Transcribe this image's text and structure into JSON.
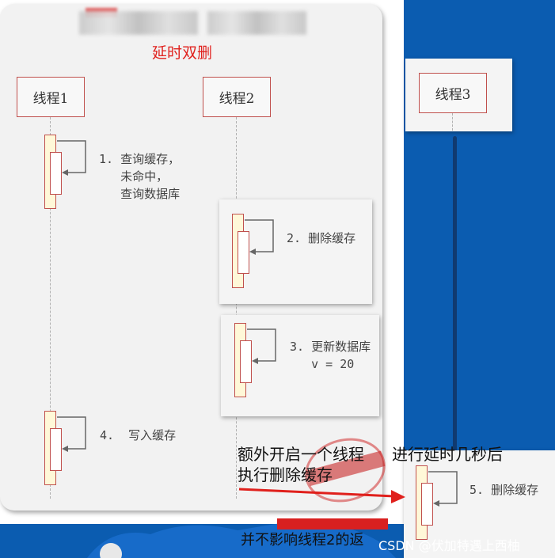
{
  "diagram_title": "延时双删",
  "threads": {
    "t1": "线程1",
    "t2": "线程2",
    "t3": "线程3"
  },
  "steps": {
    "s1": "1. 查询缓存，\n   未命中，\n   查询数据库",
    "s2": "2. 删除缓存",
    "s3": "3. 更新数据库\n   v = 20",
    "s4": "4.  写入缓存",
    "s5": "5. 删除缓存"
  },
  "annotations": {
    "extra_thread_line1": "额外开启一个线程",
    "extra_thread_line2": "执行删除缓存",
    "delay": "进行延时几秒后",
    "bottom": "并不影响线程2的返"
  },
  "watermark": "CSDN @伏加特遇上西柚",
  "colors": {
    "accent_red": "#e0201c",
    "box_border": "#c0504d",
    "background_blue": "#0b5cb0"
  }
}
